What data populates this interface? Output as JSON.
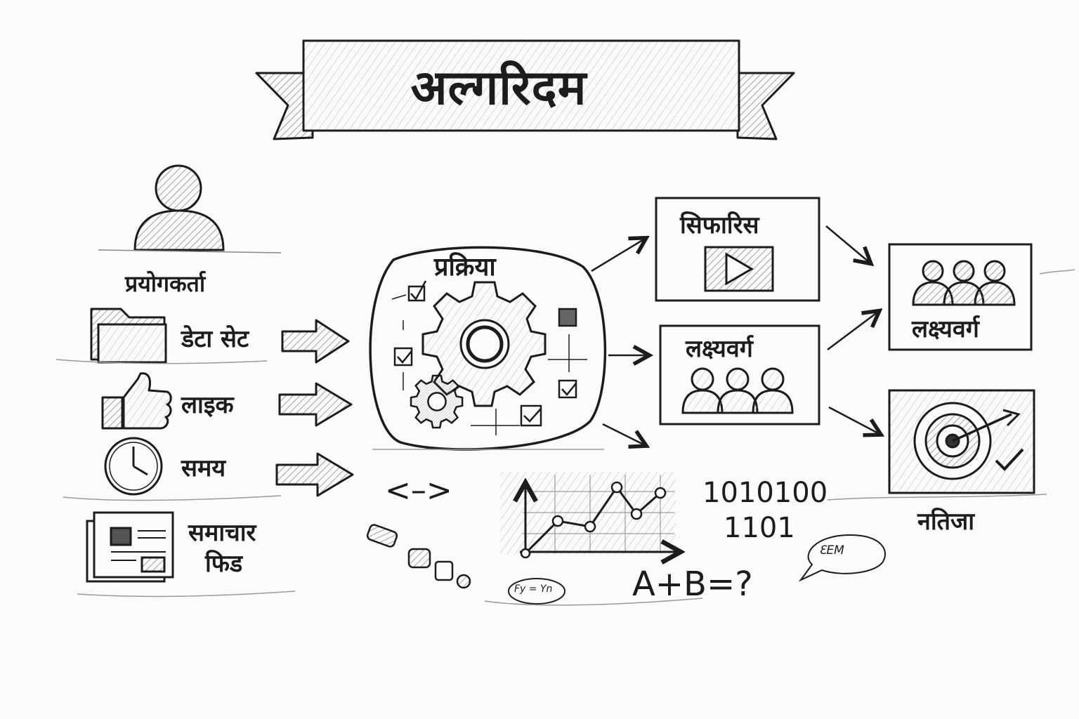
{
  "title": "अल्गरिदम",
  "user": {
    "label": "प्रयोगकर्ता"
  },
  "inputs": [
    {
      "label": "डेटा सेट",
      "icon": "folder-icon"
    },
    {
      "label": "लाइक",
      "icon": "thumbs-up-icon"
    },
    {
      "label": "समय",
      "icon": "clock-icon"
    },
    {
      "label_line1": "समाचार",
      "label_line2": "फिड",
      "icon": "newspaper-icon"
    }
  ],
  "process": {
    "label": "प्रक्रिया",
    "icon": "gear-icon"
  },
  "middle_outputs": [
    {
      "label": "सिफारिस",
      "icon": "play-video-icon"
    },
    {
      "label": "लक्ष्यवर्ग",
      "icon": "group-icon"
    }
  ],
  "final_outputs": [
    {
      "label": "लक्ष्यवर्ग",
      "icon": "group-icon"
    },
    {
      "label": "नतिजा",
      "icon": "target-icon"
    }
  ],
  "decorations": {
    "code": "<–>",
    "binary_line1": "1010100",
    "binary_line2": "1101",
    "equation": "A+B=?",
    "bubble": "ƐEM",
    "formula": "Fy = Yn"
  },
  "colors": {
    "ink": "#1c1c1c",
    "paper": "#fbfbfa",
    "shade": "#8a8a8a"
  }
}
